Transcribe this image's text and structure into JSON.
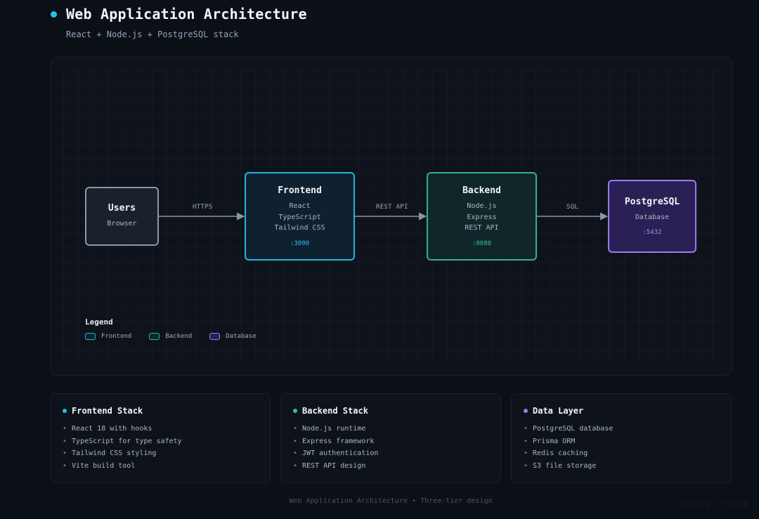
{
  "header": {
    "title": "Web Application Architecture",
    "subtitle": "React + Node.js + PostgreSQL stack"
  },
  "colors": {
    "accent_frontend": "#22c3e6",
    "accent_backend": "#34c38f",
    "accent_database": "#9b7cf0",
    "background": "#0b0f16",
    "arrow": "#8b95a5"
  },
  "diagram": {
    "nodes": {
      "users": {
        "title": "Users",
        "lines": [
          "Browser"
        ]
      },
      "frontend": {
        "title": "Frontend",
        "lines": [
          "React",
          "TypeScript",
          "Tailwind CSS"
        ],
        "port": ":3000"
      },
      "backend": {
        "title": "Backend",
        "lines": [
          "Node.js",
          "Express",
          "REST API"
        ],
        "port": ":8080"
      },
      "database": {
        "title": "PostgreSQL",
        "lines": [
          "Database"
        ],
        "port": ":5432"
      }
    },
    "edges": [
      {
        "from": "users",
        "to": "frontend",
        "label": "HTTPS"
      },
      {
        "from": "frontend",
        "to": "backend",
        "label": "REST API"
      },
      {
        "from": "backend",
        "to": "database",
        "label": "SQL"
      }
    ],
    "legend": {
      "title": "Legend",
      "items": [
        {
          "label": "Frontend",
          "color": "#28b4d4",
          "fill": "#0f2030"
        },
        {
          "label": "Backend",
          "color": "#34b384",
          "fill": "#10272a"
        },
        {
          "label": "Database",
          "color": "#9b7cf0",
          "fill": "#2a2055"
        }
      ]
    }
  },
  "cards": [
    {
      "title": "Frontend Stack",
      "dot_color": "#22c3e6",
      "items": [
        "React 18 with hooks",
        "TypeScript for type safety",
        "Tailwind CSS styling",
        "Vite build tool"
      ]
    },
    {
      "title": "Backend Stack",
      "dot_color": "#34c38f",
      "items": [
        "Node.js runtime",
        "Express framework",
        "JWT authentication",
        "REST API design"
      ]
    },
    {
      "title": "Data Layer",
      "dot_color": "#9b7cf0",
      "items": [
        "PostgreSQL database",
        "Prisma ORM",
        "Redis caching",
        "S3 file storage"
      ]
    }
  ],
  "footer": "Web Application Architecture • Three-tier design",
  "watermark": "CREATE PYTHON"
}
